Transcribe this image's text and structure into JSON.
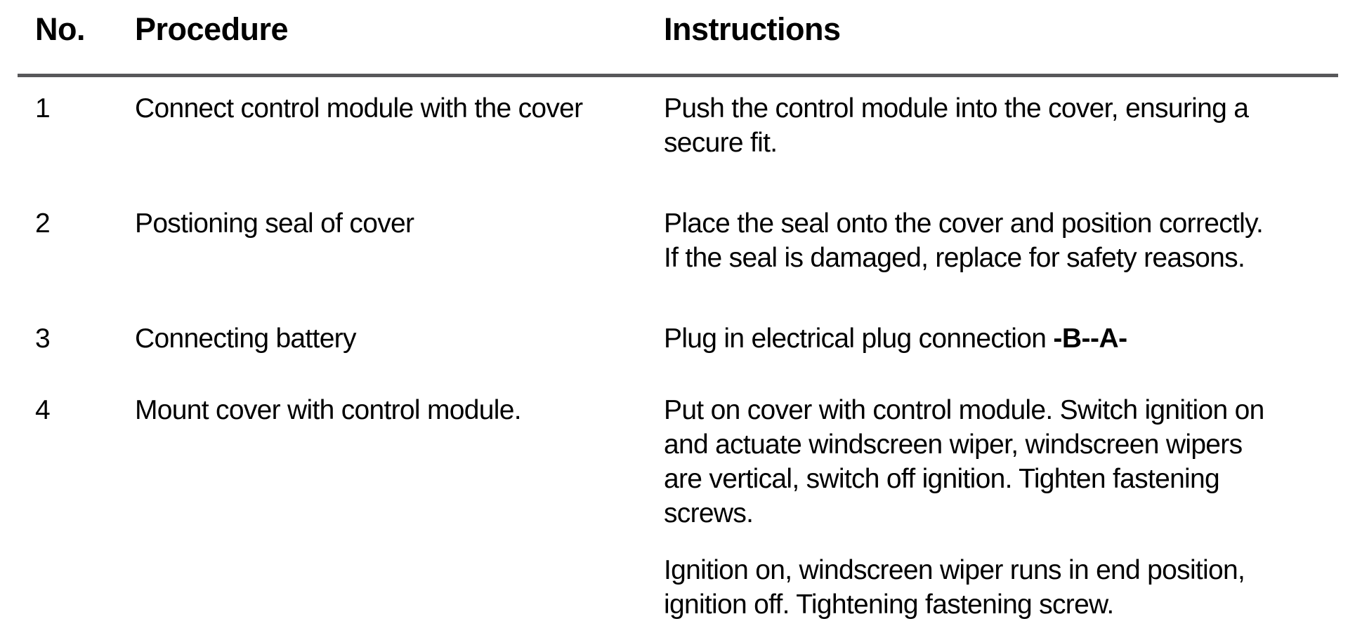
{
  "page": {
    "background_color": "#ffffff",
    "text_color": "#000000",
    "divider_color": "#58585a"
  },
  "table": {
    "headers": {
      "no": "No.",
      "procedure": "Procedure",
      "instructions": "Instructions"
    },
    "rows": [
      {
        "no": "1",
        "procedure": "Connect control module with the cover",
        "instructions": [
          "Push the control module into the cover, ensuring a\nsecure fit."
        ]
      },
      {
        "no": "2",
        "procedure": "Postioning seal of cover",
        "instructions": [
          "Place the seal onto the cover and position correctly.\nIf the seal is damaged, replace for safety reasons."
        ]
      },
      {
        "no": "3",
        "procedure": "Connecting battery",
        "instructions_plain": "Plug in electrical plug connection ",
        "instructions_bold": "-B--A-"
      },
      {
        "no": "4",
        "procedure": "Mount cover with control module.",
        "instructions": [
          "Put on cover with control module. Switch ignition on\nand actuate windscreen wiper, windscreen wipers\nare vertical, switch off ignition. Tighten fastening\nscrews.",
          "Ignition on, windscreen wiper runs in end position,\nignition off. Tightening fastening screw."
        ]
      }
    ]
  }
}
